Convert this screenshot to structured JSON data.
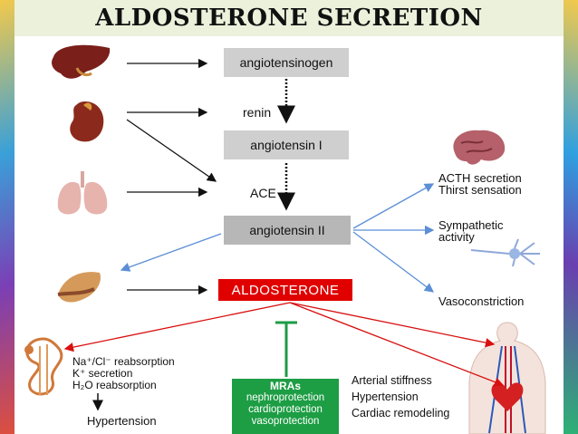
{
  "title": "ALDOSTERONE SECRETION",
  "pathway": {
    "angiotensinogen": "angiotensinogen",
    "renin": "renin",
    "angiotensin1": "angiotensin I",
    "ace": "ACE",
    "angiotensin2": "angiotensin II",
    "aldosterone": "ALDOSTERONE"
  },
  "effects_right": {
    "acth": "ACTH secretion",
    "thirst": "Thirst sensation",
    "sympathetic_1": "Sympathetic",
    "sympathetic_2": "activity",
    "vasoconstriction": "Vasoconstriction"
  },
  "kidney_effects": {
    "na_cl": "Na⁺/Cl⁻ reabsorption",
    "k": "K⁺ secretion",
    "h2o": "H₂O reabsorption",
    "hypertension": "Hypertension"
  },
  "mras": {
    "head": "MRAs",
    "line1": "nephroprotection",
    "line2": "cardioprotection",
    "line3": "vasoprotection"
  },
  "cardio_effects": {
    "arterial": "Arterial stiffness",
    "hypertension": "Hypertension",
    "remodeling": "Cardiac remodeling"
  },
  "colors": {
    "aldosterone_red": "#e00000",
    "mras_green": "#1d9d44",
    "blue_arrow": "#5b8fd6"
  }
}
